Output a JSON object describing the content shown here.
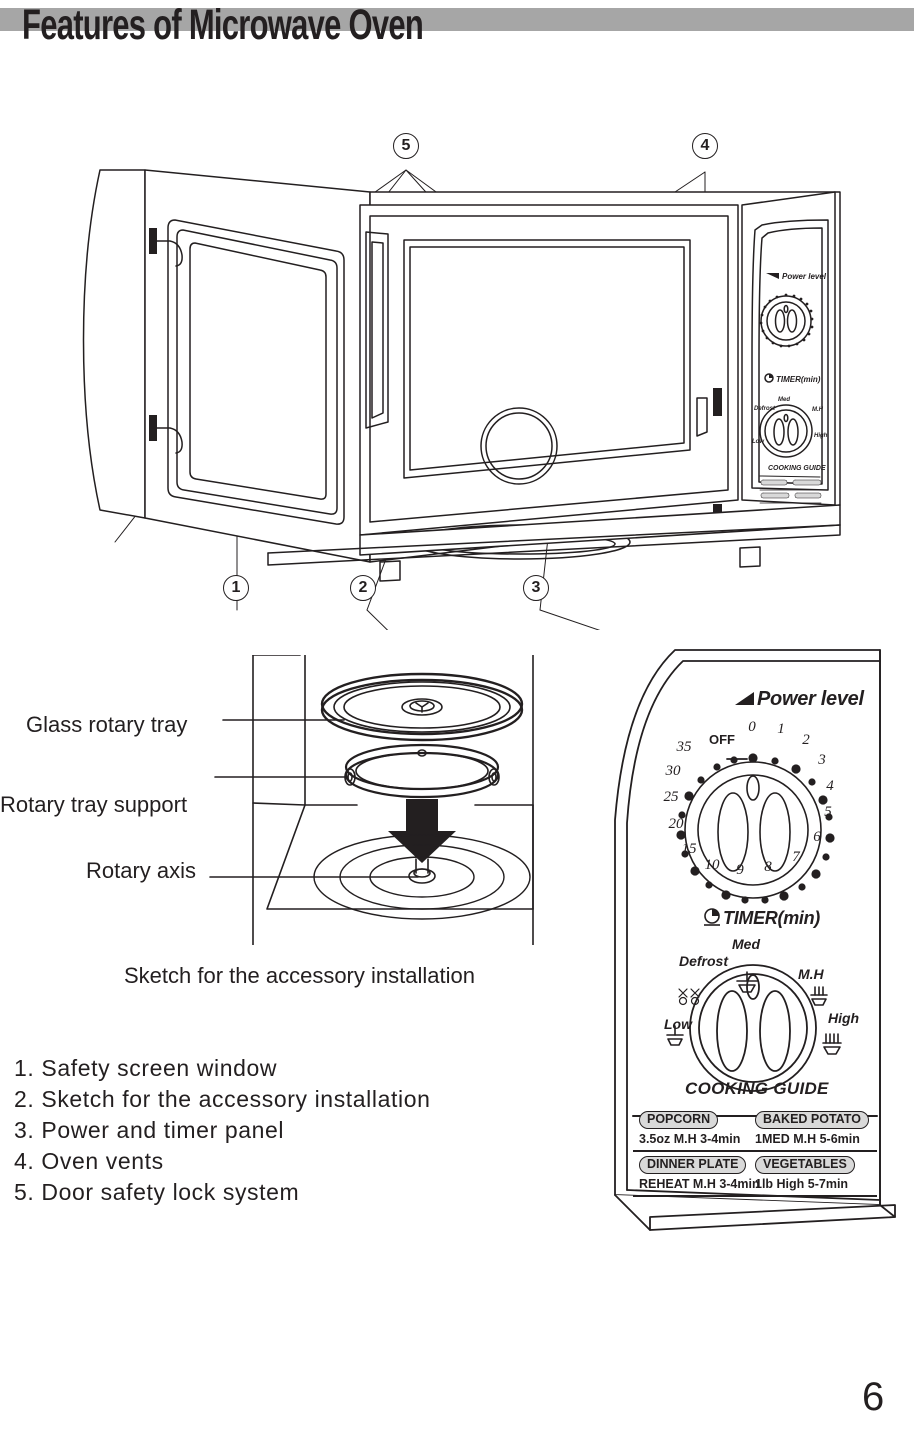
{
  "page": {
    "title": "Features of Microwave Oven",
    "number": "6",
    "banner_color": "#a6a6a6",
    "ink_color": "#231f20"
  },
  "oven_diagram": {
    "name": "microwave-oven-cutaway",
    "callouts": [
      {
        "id": "1",
        "label": "1"
      },
      {
        "id": "2",
        "label": "2"
      },
      {
        "id": "3",
        "label": "3"
      },
      {
        "id": "4",
        "label": "4"
      },
      {
        "id": "5",
        "label": "5"
      }
    ]
  },
  "accessory_sketch": {
    "caption": "Sketch for the accessory installation",
    "labels": [
      {
        "name": "glass-rotary-tray",
        "text": "Glass rotary tray"
      },
      {
        "name": "rotary-tray-support",
        "text": "Rotary tray support"
      },
      {
        "name": "rotary-axis",
        "text": "Rotary axis"
      }
    ]
  },
  "feature_list": {
    "items": [
      "1. Safety screen window",
      "2. Sketch for the accessory installation",
      "3. Power and timer panel",
      "4. Oven vents",
      "5. Door safety lock system"
    ]
  },
  "control_panel": {
    "power_level": {
      "label": "Power level",
      "icon": "wedge-icon",
      "off_label": "OFF",
      "scale": [
        "0",
        "1",
        "2",
        "3",
        "4",
        "5",
        "6",
        "7",
        "8",
        "9",
        "10",
        "15",
        "20",
        "25",
        "30",
        "35"
      ]
    },
    "timer": {
      "label": "TIMER(min)",
      "icon": "clock-icon",
      "modes": [
        {
          "name": "defrost",
          "text": "Defrost"
        },
        {
          "name": "med",
          "text": "Med"
        },
        {
          "name": "m-h",
          "text": "M.H"
        },
        {
          "name": "high",
          "text": "High"
        },
        {
          "name": "low",
          "text": "Low"
        }
      ]
    },
    "cooking_guide": {
      "label": "COOKING GUIDE",
      "entries": [
        {
          "food": "POPCORN",
          "instruction": "3.5oz M.H 3-4min"
        },
        {
          "food": "BAKED POTATO",
          "instruction": "1MED M.H 5-6min"
        },
        {
          "food": "DINNER PLATE",
          "instruction": "REHEAT M.H 3-4min"
        },
        {
          "food": "VEGETABLES",
          "instruction": "1lb High 5-7min"
        }
      ]
    }
  }
}
